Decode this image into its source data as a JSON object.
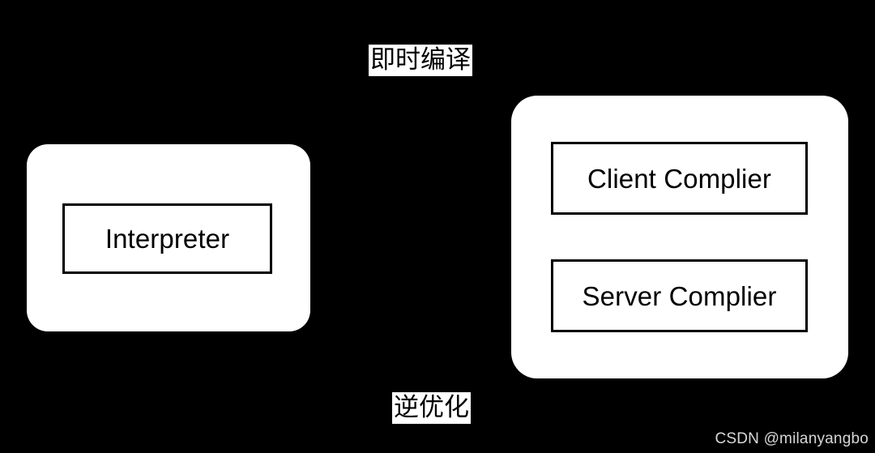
{
  "diagram": {
    "title_top_label": "即时编译",
    "title_bottom_label": "逆优化",
    "background_color": "#000000",
    "panel_color": "#ffffff",
    "stroke_color": "#000000",
    "panels": [
      {
        "id": "interpreter-panel",
        "boxes": [
          {
            "id": "interpreter",
            "label": "Interpreter"
          }
        ]
      },
      {
        "id": "jit-compiler-panel",
        "boxes": [
          {
            "id": "client-complier",
            "label": "Client Complier"
          },
          {
            "id": "server-complier",
            "label": "Server Complier"
          }
        ]
      }
    ]
  },
  "watermark": {
    "text": "CSDN @milanyangbo",
    "color": "#e8e8e8"
  }
}
